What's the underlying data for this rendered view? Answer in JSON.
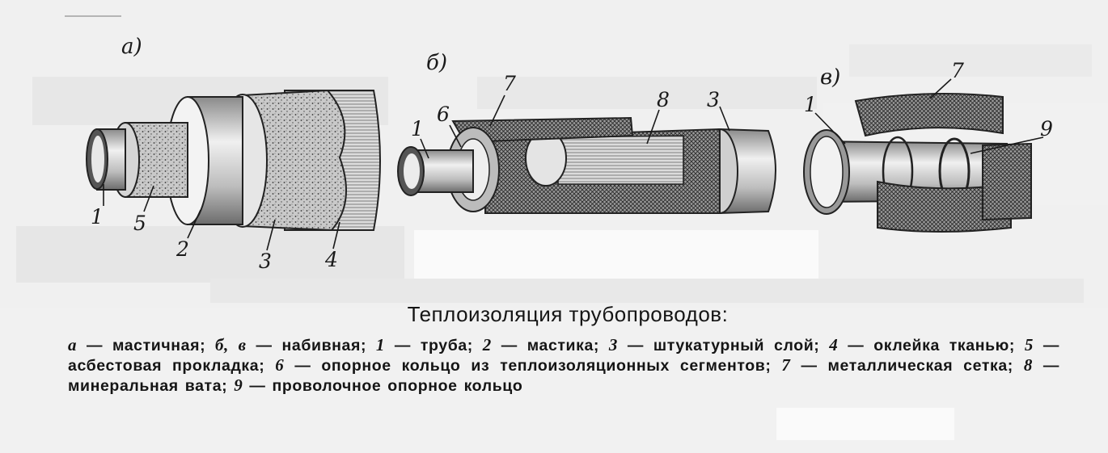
{
  "figure": {
    "panels": [
      {
        "id": "a",
        "letter": "а)",
        "callouts": [
          "1",
          "5",
          "2",
          "3",
          "4"
        ]
      },
      {
        "id": "b",
        "letter": "б)",
        "callouts": [
          "1",
          "6",
          "7",
          "8",
          "3"
        ]
      },
      {
        "id": "v",
        "letter": "в)",
        "callouts": [
          "1",
          "7",
          "9"
        ]
      }
    ]
  },
  "caption": {
    "title": "Теплоизоляция трубопроводов:",
    "items": [
      {
        "label": "а",
        "text": " — мастичная; "
      },
      {
        "label": "б, в",
        "text": " — набивная; "
      },
      {
        "label": "1",
        "text": " — труба; "
      },
      {
        "label": "2",
        "text": " — мастика; "
      },
      {
        "label": "3",
        "text": " — штукатурный слой; "
      },
      {
        "label": "4",
        "text": " — оклейка тканью; "
      },
      {
        "label": "5",
        "text": " — асбестовая прокладка; "
      },
      {
        "label": "6",
        "text": " — опорное кольцо из теплоизоляционных сегментов; "
      },
      {
        "label": "7",
        "text": " — металлическая сетка; "
      },
      {
        "label": "8",
        "text": " — минеральная вата; "
      },
      {
        "label": "9",
        "text": " — проволочное опорное кольцо"
      }
    ]
  }
}
